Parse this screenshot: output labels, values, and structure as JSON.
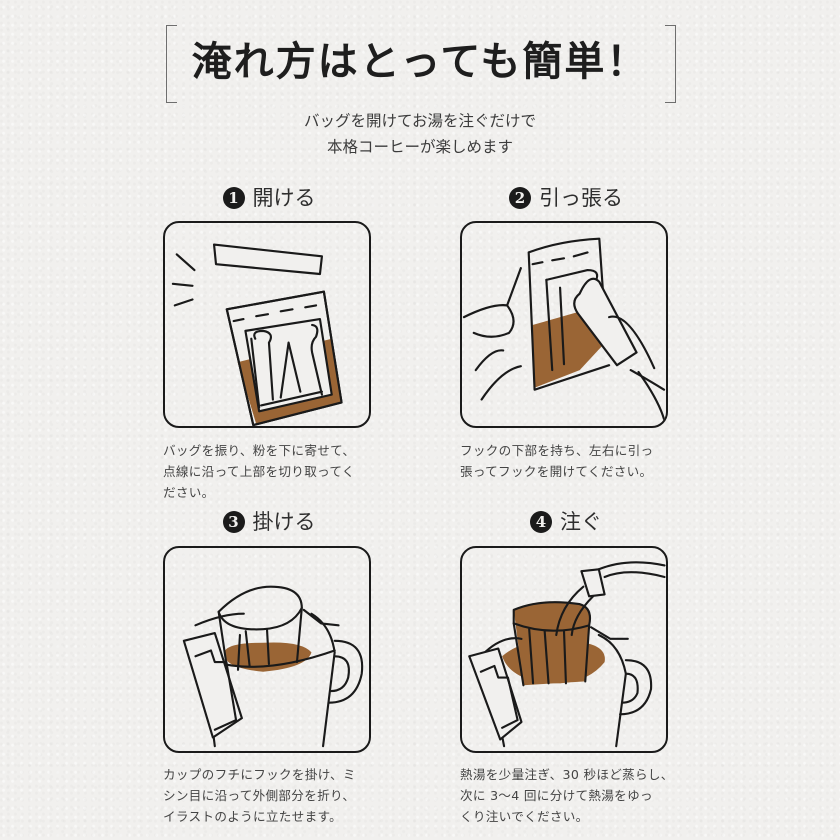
{
  "header": {
    "title": "淹れ方はとっても簡単！",
    "subtitle_lines": [
      "バッグを開けてお湯を注ぐだけで",
      "本格コーヒーが楽しめます"
    ]
  },
  "colors": {
    "background": "#f1f0ee",
    "coffee": "#9a6535",
    "line": "#1a1a1a",
    "text": "#3a3a3a"
  },
  "steps": [
    {
      "number": "1",
      "title": "開ける",
      "illustration": "tear-open-bag",
      "description_lines": [
        "バッグを振り、粉を下に寄せて、",
        "点線に沿って上部を切り取ってく",
        "ださい。"
      ]
    },
    {
      "number": "2",
      "title": "引っ張る",
      "illustration": "pull-hooks",
      "description_lines": [
        "フックの下部を持ち、左右に引っ",
        "張ってフックを開けてください。"
      ]
    },
    {
      "number": "3",
      "title": "掛ける",
      "illustration": "hang-on-cup",
      "description_lines": [
        "カップのフチにフックを掛け、ミ",
        "シン目に沿って外側部分を折り、",
        "イラストのように立たせます。"
      ]
    },
    {
      "number": "4",
      "title": "注ぐ",
      "illustration": "pour-water",
      "description_lines": [
        "熱湯を少量注ぎ、30 秒ほど蒸らし、",
        "次に 3～4 回に分けて熱湯をゆっ",
        "くり注いでください。"
      ]
    }
  ]
}
